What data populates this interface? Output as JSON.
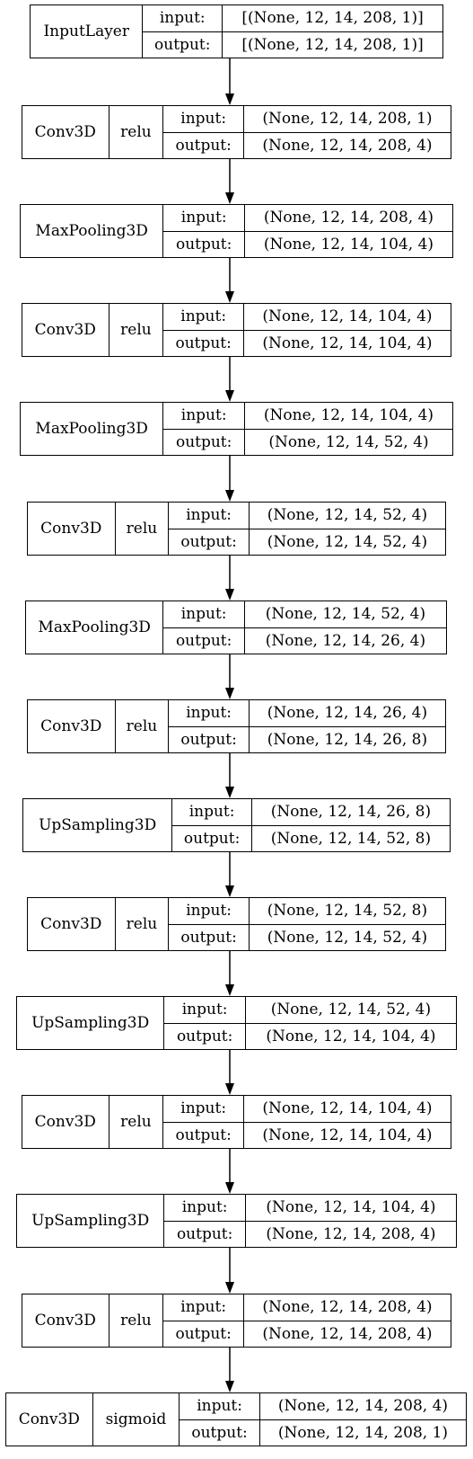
{
  "diagram": {
    "input_label": "input:",
    "output_label": "output:",
    "layers": [
      {
        "name": "InputLayer",
        "activation": "",
        "input": "[(None, 12, 14, 208, 1)]",
        "output": "[(None, 12, 14, 208, 1)]"
      },
      {
        "name": "Conv3D",
        "activation": "relu",
        "input": "(None, 12, 14, 208, 1)",
        "output": "(None, 12, 14, 208, 4)"
      },
      {
        "name": "MaxPooling3D",
        "activation": "",
        "input": "(None, 12, 14, 208, 4)",
        "output": "(None, 12, 14, 104, 4)"
      },
      {
        "name": "Conv3D",
        "activation": "relu",
        "input": "(None, 12, 14, 104, 4)",
        "output": "(None, 12, 14, 104, 4)"
      },
      {
        "name": "MaxPooling3D",
        "activation": "",
        "input": "(None, 12, 14, 104, 4)",
        "output": "(None, 12, 14, 52, 4)"
      },
      {
        "name": "Conv3D",
        "activation": "relu",
        "input": "(None, 12, 14, 52, 4)",
        "output": "(None, 12, 14, 52, 4)"
      },
      {
        "name": "MaxPooling3D",
        "activation": "",
        "input": "(None, 12, 14, 52, 4)",
        "output": "(None, 12, 14, 26, 4)"
      },
      {
        "name": "Conv3D",
        "activation": "relu",
        "input": "(None, 12, 14, 26, 4)",
        "output": "(None, 12, 14, 26, 8)"
      },
      {
        "name": "UpSampling3D",
        "activation": "",
        "input": "(None, 12, 14, 26, 8)",
        "output": "(None, 12, 14, 52, 8)"
      },
      {
        "name": "Conv3D",
        "activation": "relu",
        "input": "(None, 12, 14, 52, 8)",
        "output": "(None, 12, 14, 52, 4)"
      },
      {
        "name": "UpSampling3D",
        "activation": "",
        "input": "(None, 12, 14, 52, 4)",
        "output": "(None, 12, 14, 104, 4)"
      },
      {
        "name": "Conv3D",
        "activation": "relu",
        "input": "(None, 12, 14, 104, 4)",
        "output": "(None, 12, 14, 104, 4)"
      },
      {
        "name": "UpSampling3D",
        "activation": "",
        "input": "(None, 12, 14, 104, 4)",
        "output": "(None, 12, 14, 208, 4)"
      },
      {
        "name": "Conv3D",
        "activation": "relu",
        "input": "(None, 12, 14, 208, 4)",
        "output": "(None, 12, 14, 208, 4)"
      },
      {
        "name": "Conv3D",
        "activation": "sigmoid",
        "input": "(None, 12, 14, 208, 4)",
        "output": "(None, 12, 14, 208, 1)"
      }
    ]
  }
}
